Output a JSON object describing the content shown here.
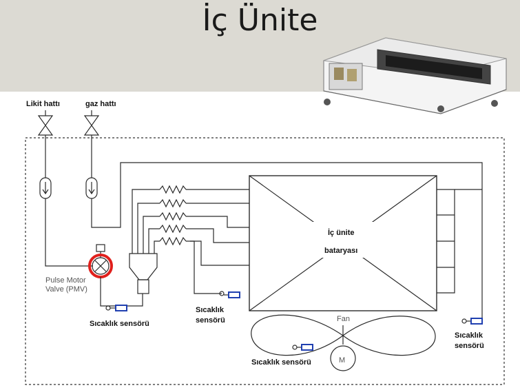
{
  "title": "İç Ünite",
  "labels": {
    "liquid_line": "Likit hattı",
    "gas_line": "gaz hattı",
    "pmv_line1": "Pulse Motor",
    "pmv_line2": "Valve (PMV)",
    "coil_line1": "İç ünite",
    "coil_line2": "bataryası",
    "fan": "Fan",
    "motor": "M",
    "sensor_pmv": "Sıcaklık sensörü",
    "sensor_mid_line1": "Sıcaklık",
    "sensor_mid_line2": "sensörü",
    "sensor_fan": "Sıcaklık sensörü",
    "sensor_right_line1": "Sıcaklık",
    "sensor_right_line2": "sensörü"
  },
  "colors": {
    "header_band": "#dcdad3",
    "pmv_highlight": "#e0201c",
    "sensor": "#1f3fb0"
  }
}
